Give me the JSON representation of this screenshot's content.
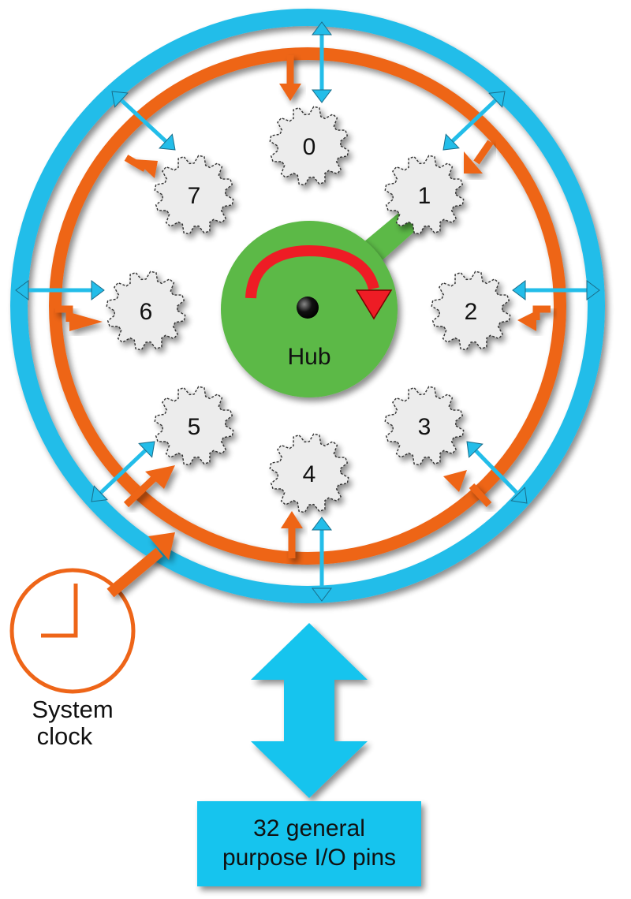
{
  "diagram": {
    "hub": {
      "label": "Hub",
      "color": "#5cb947",
      "rotation_arrow_color": "#ee1c25",
      "center_icon": "pivot-dot-icon"
    },
    "cogs": [
      {
        "label": "0"
      },
      {
        "label": "1"
      },
      {
        "label": "2"
      },
      {
        "label": "3"
      },
      {
        "label": "4"
      },
      {
        "label": "5"
      },
      {
        "label": "6"
      },
      {
        "label": "7"
      }
    ],
    "cog_fill": "#ececec",
    "outer_ring_color": "#23bde9",
    "inner_ring_color": "#ee6518",
    "clock": {
      "label_line1": "System",
      "label_line2": "clock",
      "icon": "clock-icon",
      "color": "#ee6518"
    },
    "io_pins": {
      "line1": "32 general",
      "line2": "purpose I/O pins",
      "box_color": "#14c4ee",
      "arrow_color": "#14c4ee"
    }
  }
}
